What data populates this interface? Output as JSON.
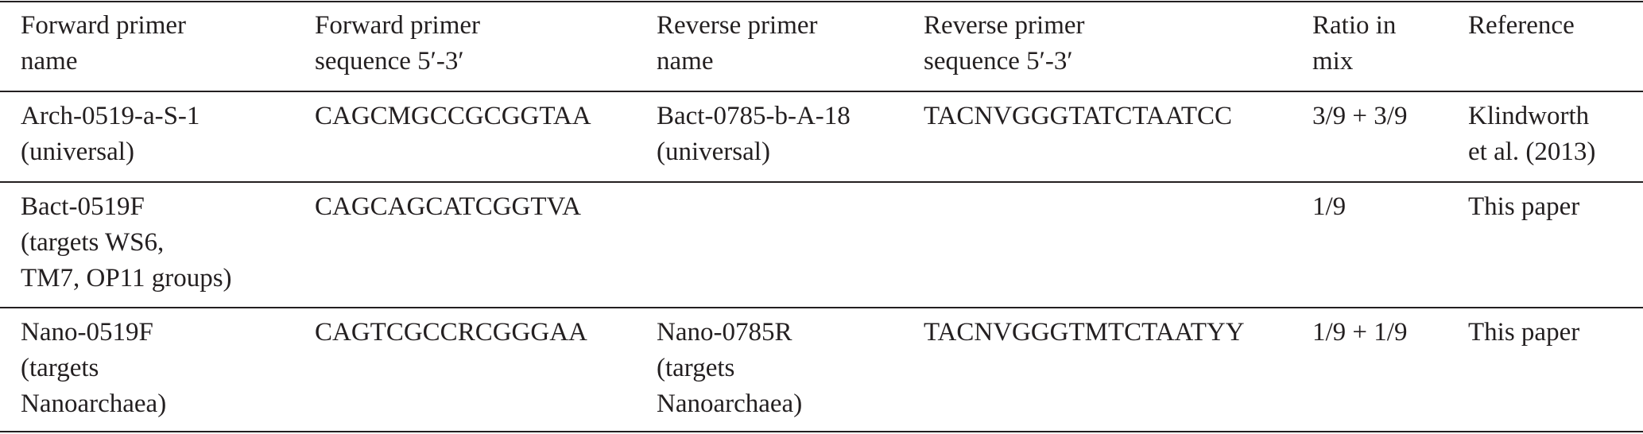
{
  "table": {
    "headers": [
      "Forward primer\nname",
      "Forward primer\nsequence 5′-3′",
      "Reverse primer\nname",
      "Reverse primer\nsequence 5′-3′",
      "Ratio in\nmix",
      "Reference"
    ],
    "rows": [
      [
        "Arch-0519-a-S-1\n(universal)",
        "CAGCMGCCGCGGTAA",
        "Bact-0785-b-A-18\n(universal)",
        "TACNVGGGTATCTAATCC",
        "3/9 + 3/9",
        "Klindworth\net al. (2013)"
      ],
      [
        "Bact-0519F\n(targets WS6,\nTM7, OP11 groups)",
        "CAGCAGCATCGGTVA",
        "",
        "",
        "1/9",
        "This paper"
      ],
      [
        "Nano-0519F\n(targets\nNanoarchaea)",
        "CAGTCGCCRCGGGAA",
        "Nano-0785R\n(targets\nNanoarchaea)",
        "TACNVGGGTMTCTAATYY",
        "1/9 + 1/9",
        "This paper"
      ]
    ]
  }
}
